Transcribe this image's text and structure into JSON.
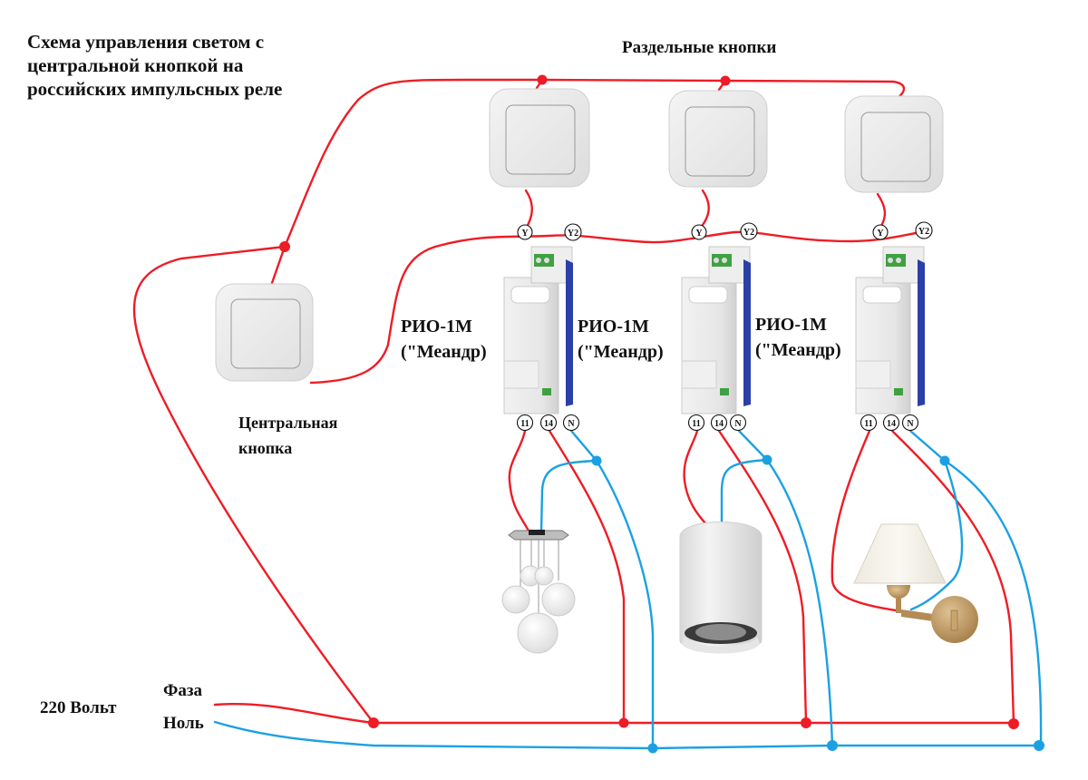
{
  "title": "Схема управления светом с\nцентральной кнопкой на\nроссийских импульсных реле",
  "separate_buttons_label": "Раздельные кнопки",
  "central_button_label": "Центральная\nкнопка",
  "relays": [
    {
      "label": "РИО-1М\n(\"Меандр)",
      "terminals_top": [
        "Y",
        "Y2"
      ],
      "terminals_bottom": [
        "11",
        "14",
        "N"
      ],
      "load": "pendant-chandelier"
    },
    {
      "label": "РИО-1М\n(\"Меандр)",
      "terminals_top": [
        "Y",
        "Y2"
      ],
      "terminals_bottom": [
        "11",
        "14",
        "N"
      ],
      "load": "cylinder-spotlight"
    },
    {
      "label": "РИО-1М\n(\"Меандр)",
      "terminals_top": [
        "Y",
        "Y2"
      ],
      "terminals_bottom": [
        "11",
        "14",
        "N"
      ],
      "load": "wall-sconce"
    }
  ],
  "supply": {
    "voltage_label": "220 Вольт",
    "phase_label": "Фаза",
    "neutral_label": "Ноль"
  },
  "colors": {
    "phase_wire": "#ee1c25",
    "neutral_wire": "#1ba1e2",
    "background": "#ffffff",
    "text": "#111111"
  }
}
